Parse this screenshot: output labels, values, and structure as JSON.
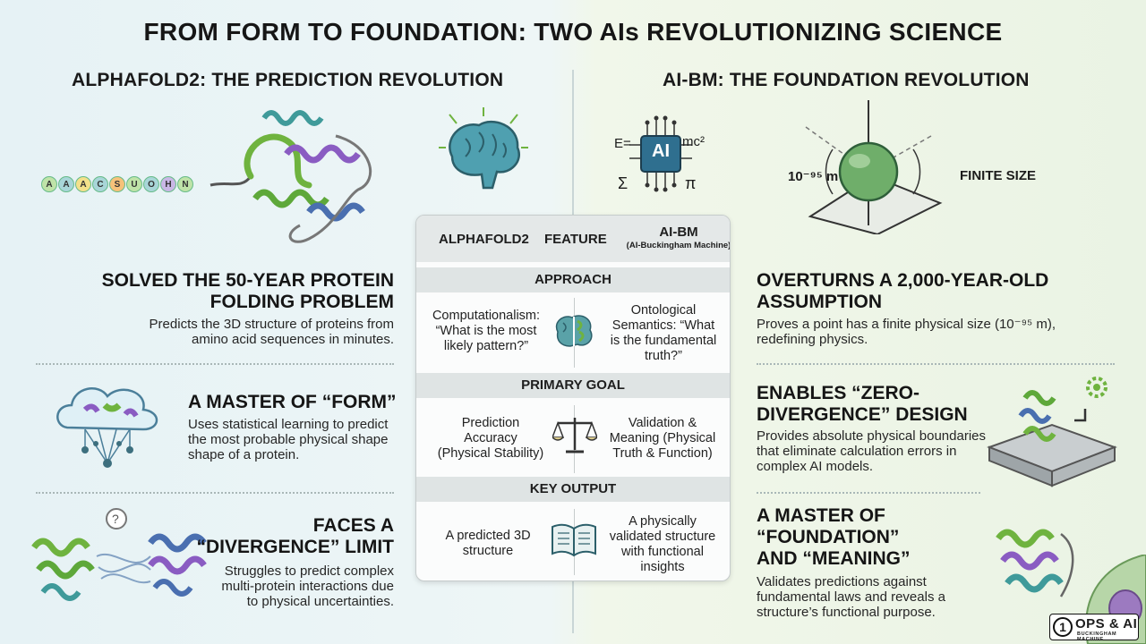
{
  "title": "FROM FORM TO FOUNDATION: TWO AIs REVOLUTIONIZING SCIENCE",
  "left": {
    "heading": "ALPHAFOLD2: THE PREDICTION REVOLUTION",
    "sequence": [
      "A",
      "A",
      "A",
      "C",
      "S",
      "U",
      "O",
      "H",
      "N"
    ],
    "section1": {
      "title_line1": "SOLVED THE 50-YEAR PROTEIN",
      "title_line2": "FOLDING PROBLEM",
      "body_line1": "Predicts the 3D structure of proteins from",
      "body_line2": "amino acid sequences in minutes."
    },
    "section2": {
      "title": "A MASTER OF “FORM”",
      "body_line1": "Uses statistical learning to predict",
      "body_line2": "the most probable physical shape",
      "body_line3": "shape of a protein."
    },
    "section3": {
      "title_line1": "FACES A",
      "title_line2": "“DIVERGENCE” LIMIT",
      "body_line1": "Struggles to predict complex",
      "body_line2": "multi-protein interactions due",
      "body_line3": "to physical uncertainties."
    }
  },
  "right": {
    "heading": "AI-BM: THE FOUNDATION REVOLUTION",
    "chip_label": "AI",
    "eq_label": "E=",
    "mc_label": "mc²",
    "sigma_label": "Σ",
    "pi_label": "π",
    "size_label": "10⁻⁹⁵ m",
    "finite_label": "FINITE SIZE",
    "section1": {
      "title_line1": "OVERTURNS A 2,000-YEAR-OLD",
      "title_line2": "ASSUMPTION",
      "body_line1": "Proves a point has a finite physical size (10⁻⁹⁵ m),",
      "body_line2": "redefining physics."
    },
    "section2": {
      "title_line1": "ENABLES “ZERO-",
      "title_line2": "DIVERGENCE” DESIGN",
      "body_line1": "Provides absolute physical boundaries",
      "body_line2": "that eliminate calculation errors in",
      "body_line3": "complex AI models."
    },
    "section3": {
      "title_line1": "A MASTER OF",
      "title_line2": "“FOUNDATION”",
      "title_line3": "AND “MEANING”",
      "body_line1": "Validates predictions against",
      "body_line2": "fundamental laws and reveals a",
      "body_line3": "structure’s functional purpose."
    }
  },
  "table": {
    "col_left": "ALPHAFOLD2",
    "col_mid": "FEATURE",
    "col_right": "AI-BM",
    "col_right_sub": "(AI-Buckingham Machine)",
    "rows": [
      {
        "feature": "APPROACH",
        "left_lines": [
          "Computationalism:",
          "“What is the most",
          "likely pattern?”"
        ],
        "right_lines": [
          "Ontological",
          "Semantics: “What",
          "is the fundamental",
          "truth?”"
        ]
      },
      {
        "feature": "PRIMARY GOAL",
        "left_lines": [
          "Prediction",
          "Accuracy",
          "(Physical Stability)"
        ],
        "right_lines": [
          "Validation &",
          "Meaning (Physical",
          "Truth & Function)"
        ]
      },
      {
        "feature": "KEY OUTPUT",
        "left_lines": [
          "A predicted 3D",
          "structure"
        ],
        "right_lines": [
          "A physically",
          "validated structure",
          "with functional",
          "insights"
        ]
      }
    ]
  },
  "logo": {
    "number": "1",
    "main": "OPS & AI",
    "sub": "BUCKINGHAM MACHINE"
  },
  "colors": {
    "green": "#6fb33f",
    "purple": "#8a5cc2",
    "teal": "#2f8f8f",
    "blue": "#4a6fb0"
  }
}
